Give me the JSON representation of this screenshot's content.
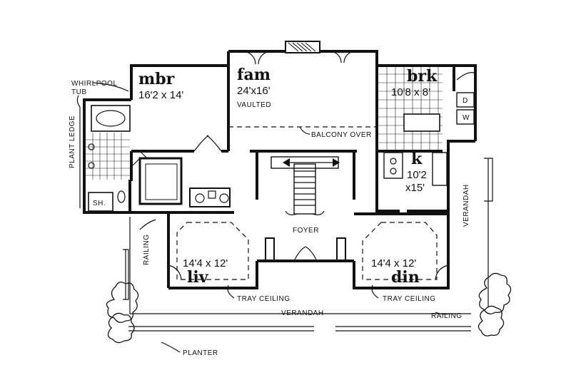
{
  "rooms": {
    "mbr": {
      "name": "mbr",
      "dims": "16'2 x 14'"
    },
    "fam": {
      "name": "fam",
      "dims": "24'x16'",
      "note": "VAULTED"
    },
    "brk": {
      "name": "brk",
      "dims": "10'8 x 8'"
    },
    "k": {
      "name": "k",
      "dims_line1": "10'2",
      "dims_line2": "x15'"
    },
    "liv": {
      "name": "liv",
      "dims": "14'4 x 12'"
    },
    "din": {
      "name": "din",
      "dims": "14'4 x 12'"
    }
  },
  "labels": {
    "whirlpool_1": "WHIRLPOOL",
    "whirlpool_2": "TUB",
    "plant_ledge": "PLANT LEDGE",
    "shower": "SH.",
    "balcony": "BALCONY OVER",
    "foyer": "FOYER",
    "railing_left": "RAILING",
    "railing_right": "RAILING",
    "verandah_right": "VERANDAH",
    "verandah_bottom": "VERANDAH",
    "tray_left": "TRAY CEILING",
    "tray_right": "TRAY CEILING",
    "planter": "PLANTER",
    "dryer": "D",
    "washer": "W"
  }
}
